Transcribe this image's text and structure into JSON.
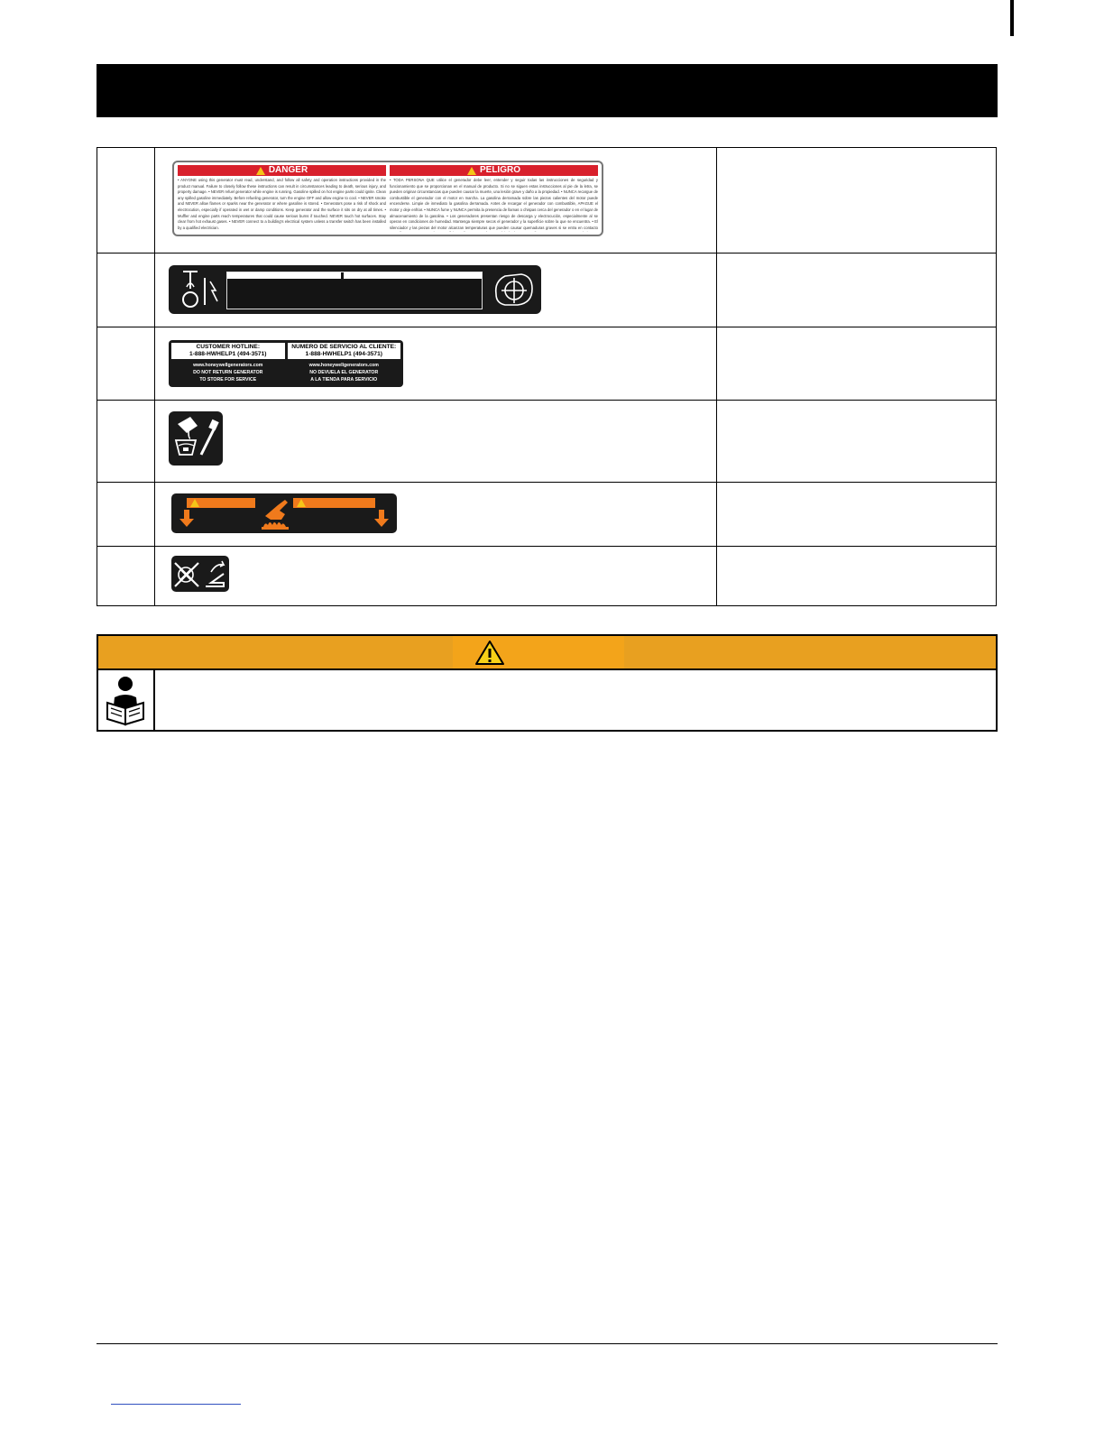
{
  "decals": {
    "danger": {
      "heading_en": "DANGER",
      "heading_es": "PELIGRO",
      "text_en": "• ANYONE using this generator must read, understand, and follow all safety and operation instructions provided in the product manual. Failure to closely follow these instructions can result in circumstances leading to death, serious injury, and property damage. • NEVER refuel generator while engine is running. Gasoline spilled on hot engine parts could ignite. Clean any spilled gasoline immediately. Before refueling generator, turn the engine OFF and allow engine to cool. • NEVER smoke and NEVER allow flames or sparks near the generator or where gasoline is stored. • Generators pose a risk of shock and electrocution, especially if operated in wet or damp conditions. Keep generator and the surface it sits on dry at all times. • Muffler and engine parts reach temperatures that could cause serious burns if touched. NEVER touch hot surfaces. Stay clear from hot exhaust gases. • NEVER connect to a building's electrical system unless a transfer switch has been installed by a qualified electrician.",
      "text_es": "• TODA PERSONA QUE utilice el generador debe leer, entender y seguir todas las instrucciones de seguridad y funcionamiento que se proporcionan en el manual de producto. Si no se siguen estas instrucciones al pie de la letra, se pueden originar circunstancias que pueden causar la muerte, una lesión grave y daño a la propiedad. • NUNCA recargue de combustible el generador con el motor en marcha. La gasolina derramada sobre las piezas calientes del motor puede encenderse. Limpie de inmediato la gasolina derramada. Antes de recargar el generador con combustible, APAGUE el motor y deje enfriar. • NUNCA fume y NUNCA permita la presencia de llamas o chispas cerca del generador o en el lugar de almacenamiento de la gasolina. • Los generadores presentan riesgo de descarga y electrocución, especialmente al se operan en condiciones de humedad. Mantenga siempre secos el generador y la superficie sobre la que se encuentra. • El silenciador y las piezas del motor alcanzan temperaturas que pueden causar quemaduras graves si se entra en contacto con ellas. NUNCA toque las superficies calientes. Manténgase alejado de gases calientes. • NUNCA conecte al sistema eléctrico de un edificio a menos que un electricista calificado haya instalado un conmutador de transferencia."
    },
    "hotline": {
      "en_title": "CUSTOMER HOTLINE:",
      "en_number": "1-888-HWHELP1 (494-3571)",
      "en_url": "www.honeywellgenerators.com",
      "en_line1": "DO NOT RETURN GENERATOR",
      "en_line2": "TO STORE FOR SERVICE",
      "es_title": "NUMERO DE SERVICIO AL CLIENTE:",
      "es_number": "1-888-HWHELP1 (494-3571)",
      "es_url": "www.honeywellgenerators.com",
      "es_line1": "NO DEVUELA EL GENERATOR",
      "es_line2": "A LA TIENDA PARA SERVICIO"
    }
  },
  "colors": {
    "danger_red": "#d8202c",
    "warning_orange": "#e8a020",
    "hot_orange": "#f07a1c",
    "decal_black": "#1a1a1a"
  },
  "icons": {
    "warning": "warning-triangle-icon",
    "reader": "person-reading-manual-icon"
  }
}
